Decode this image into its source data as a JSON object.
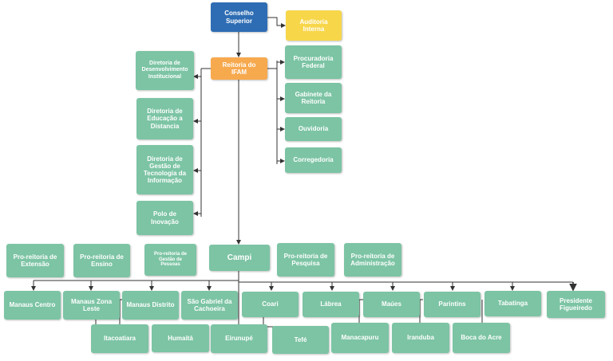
{
  "nodes": {
    "conselho": "Conselho\nSuperior",
    "auditoria": "Auditoria\nInterna",
    "reitoria": "Reitoria do IFAM",
    "procuradoria": "Procuradoria\nFederal",
    "gabinete": "Gabinete da\nReitoria",
    "ouvidoria": "Ouvidoria",
    "corregedoria": "Corregedoria",
    "dir_desenv": "Diretoria de\nDesenvolvimento\nInstitucional",
    "dir_educacao": "Diretoria de\nEducação a\nDistancia",
    "dir_gestao_ti": "Diretoria de\nGestão de\nTecnologia da\nInformação",
    "polo": "Polo de\nInovação",
    "pro_extensao": "Pro-reitoria de\nExtensão",
    "pro_ensino": "Pro-reitoria de\nEnsino",
    "pro_pessoas": "Pro-reitoria de\nGestão de\nPessoas",
    "campi": "Campi",
    "pro_pesquisa": "Pro-reitoria de\nPesquisa",
    "pro_admin": "Pro-reitoria de\nAdministração",
    "manaus_centro": "Manaus Centro",
    "manaus_zl": "Manaus Zona\nLeste",
    "manaus_distrito": "Manaus Distrito",
    "sao_gabriel": "São Gabriel da\nCachoeira",
    "coari": "Coari",
    "labrea": "Lábrea",
    "maues": "Maúes",
    "parintins": "Parintins",
    "tabatinga": "Tabatinga",
    "presidente": "Presidente\nFigueiredo",
    "itacoatiara": "Itacoatiara",
    "humaita": "Humaitá",
    "eirunepe": "Eirunupé",
    "tefe": "Tefé",
    "manacapuru": "Manacapuru",
    "iranduba": "Iranduba",
    "boca_acre": "Boca do Acre"
  },
  "colors": {
    "green": "#7cc4a4",
    "blue": "#2e6db4",
    "yellow": "#f7d64a",
    "orange": "#f7a94e",
    "line": "#333333"
  }
}
